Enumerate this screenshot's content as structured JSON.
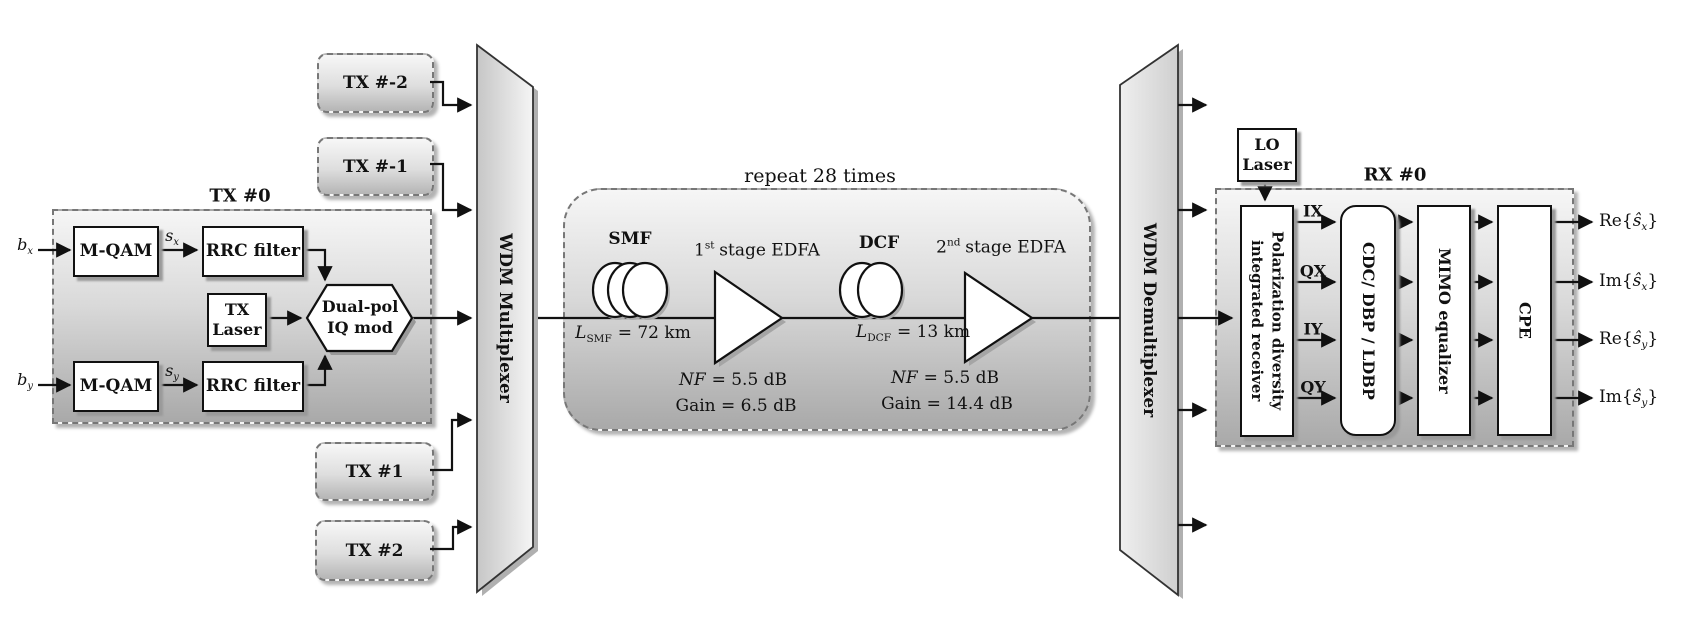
{
  "palette": {
    "wire": "#111111",
    "box_fill": "#ffffff",
    "shadow": "#9a9a9a",
    "container_top": "#f6f6f6",
    "container_bottom": "#a9a9a9",
    "dash_border": "#777777"
  },
  "tx0": {
    "label": "TX #0",
    "bx": {
      "base": "b",
      "sub": "x"
    },
    "by": {
      "base": "b",
      "sub": "y"
    },
    "mqam_top": "M-QAM",
    "mqam_bottom": "M-QAM",
    "sx": {
      "base": "s",
      "sub": "x"
    },
    "sy": {
      "base": "s",
      "sub": "y"
    },
    "rrc_top": "RRC filter",
    "rrc_bottom": "RRC filter",
    "tx_laser": {
      "line1": "TX",
      "line2": "Laser"
    },
    "iq_mod": {
      "line1": "Dual-pol",
      "line2": "IQ mod"
    }
  },
  "wdm_channels": {
    "tx_m2": "TX #-2",
    "tx_m1": "TX #-1",
    "tx_p1": "TX #1",
    "tx_p2": "TX #2"
  },
  "mux": {
    "label": "WDM Multiplexer"
  },
  "link": {
    "repeat_label": "repeat 28 times",
    "smf": {
      "name": "SMF",
      "length": {
        "var": "L",
        "sub": "SMF",
        "rest": "= 72 km"
      }
    },
    "edfa1": {
      "name": {
        "num": "1",
        "sup": "st",
        "rest": "stage EDFA"
      },
      "nf": {
        "var": "NF",
        "rest": "= 5.5 dB"
      },
      "gain": "Gain = 6.5 dB"
    },
    "dcf": {
      "name": "DCF",
      "length": {
        "var": "L",
        "sub": "DCF",
        "rest": "= 13 km"
      }
    },
    "edfa2": {
      "name": {
        "num": "2",
        "sup": "nd",
        "rest": "stage EDFA"
      },
      "nf": {
        "var": "NF",
        "rest": "= 5.5 dB"
      },
      "gain": "Gain = 14.4 dB"
    }
  },
  "demux": {
    "label": "WDM Demultiplexer"
  },
  "rx0": {
    "label": "RX #0",
    "lo_laser": {
      "line1": "LO",
      "line2": "Laser"
    },
    "receiver": {
      "line1": "Polarization diversity",
      "line2": "integrated receiver"
    },
    "signals": [
      "IX",
      "QX",
      "IY",
      "QY"
    ],
    "cdc": "CDC/ DBP / LDBP",
    "mimo": "MIMO equalizer",
    "cpe": "CPE",
    "outputs": [
      {
        "func": "Re{",
        "hat": "ŝ",
        "sub": "x",
        "close": "}"
      },
      {
        "func": "Im{",
        "hat": "ŝ",
        "sub": "x",
        "close": "}"
      },
      {
        "func": "Re{",
        "hat": "ŝ",
        "sub": "y",
        "close": "}"
      },
      {
        "func": "Im{",
        "hat": "ŝ",
        "sub": "y",
        "close": "}"
      }
    ]
  }
}
